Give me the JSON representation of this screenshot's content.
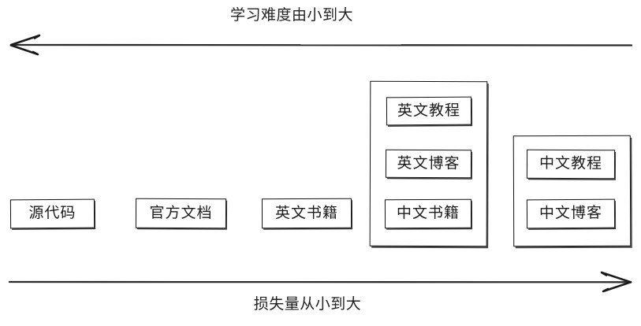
{
  "diagram": {
    "top_axis": {
      "label": "学习难度由小到大",
      "direction": "left",
      "arrow_icon": "arrow-left-icon"
    },
    "bottom_axis": {
      "label": "损失量从小到大",
      "direction": "right",
      "arrow_icon": "arrow-right-icon"
    },
    "nodes": [
      {
        "label": "源代码"
      },
      {
        "label": "官方文档"
      },
      {
        "label": "英文书籍"
      }
    ],
    "groups": [
      {
        "name": "group-one",
        "items": [
          {
            "label": "英文教程"
          },
          {
            "label": "英文博客"
          },
          {
            "label": "中文书籍"
          }
        ]
      },
      {
        "name": "group-two",
        "items": [
          {
            "label": "中文教程"
          },
          {
            "label": "中文博客"
          }
        ]
      }
    ]
  }
}
